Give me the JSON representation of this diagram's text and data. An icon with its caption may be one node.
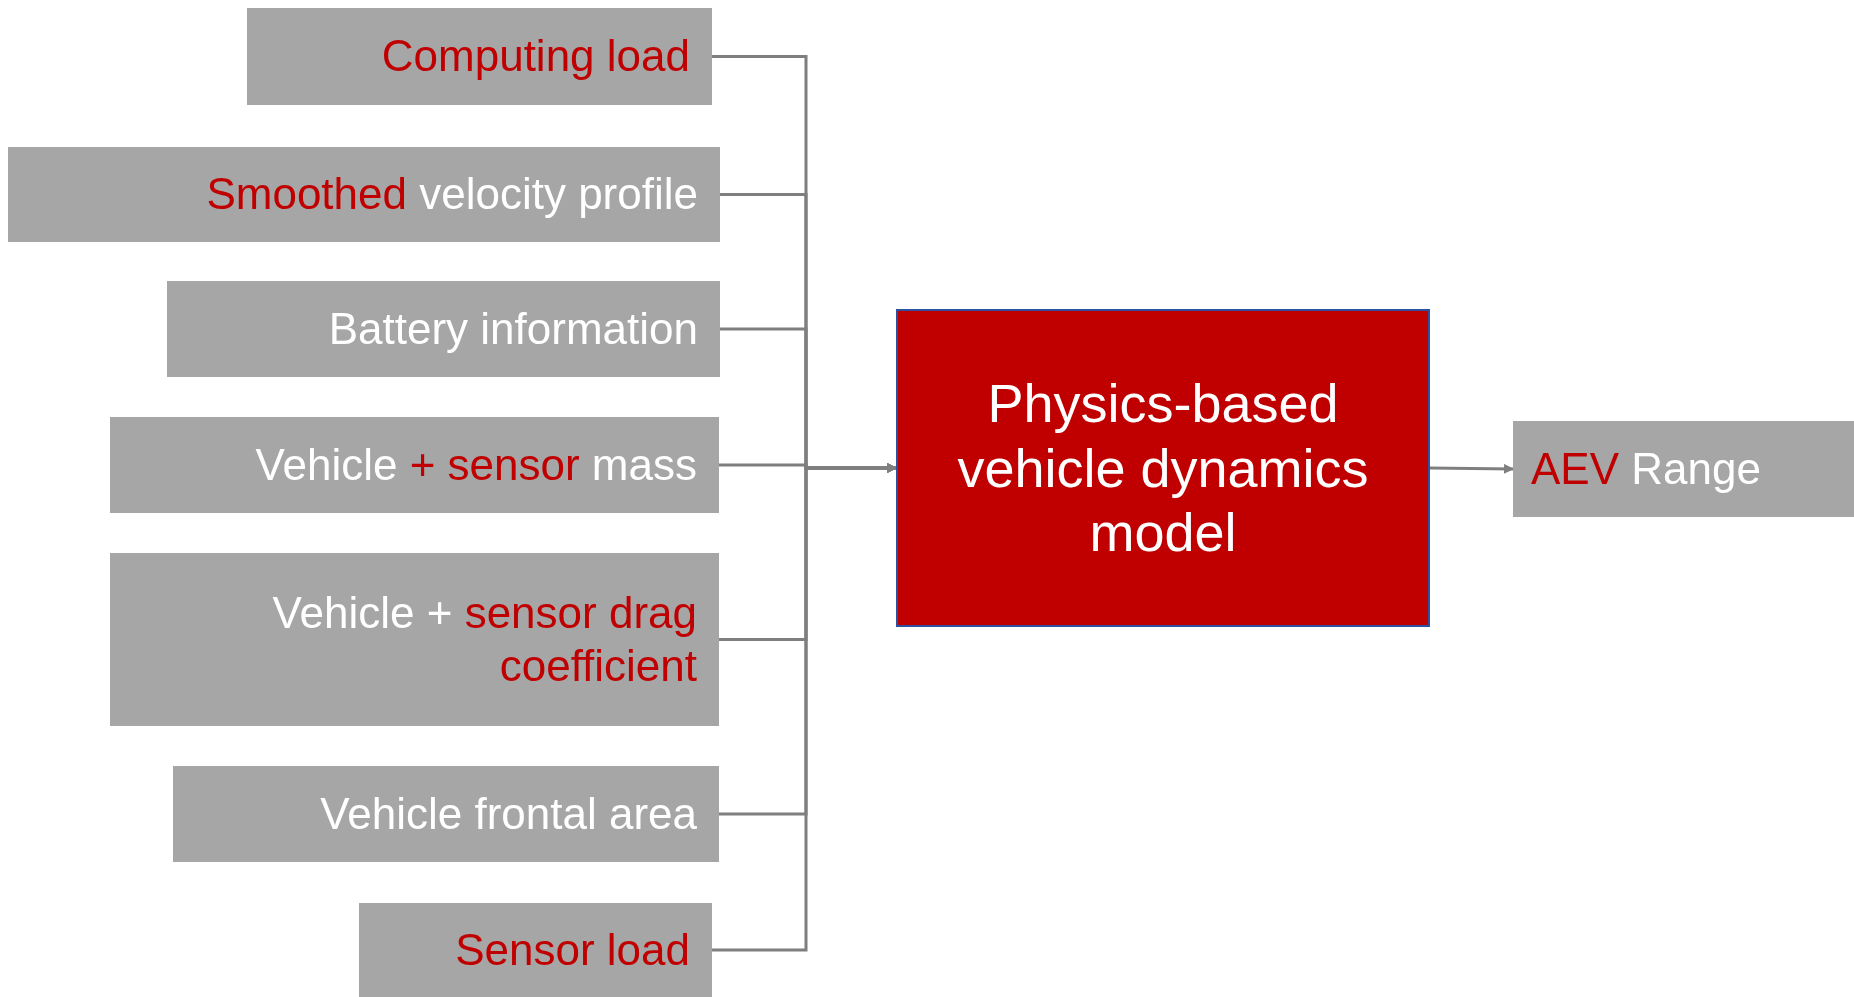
{
  "diagram": {
    "nodes": [
      {
        "text": [
          "**Computing load**"
        ]
      },
      {
        "text": [
          "**Smoothed** velocity profile"
        ]
      },
      {
        "text": [
          "Battery information"
        ]
      },
      {
        "text": [
          "Vehicle **+ sensor** mass"
        ]
      },
      {
        "text": [
          "Vehicle + **sensor drag coefficient**"
        ]
      },
      {
        "text": [
          "Vehicle frontal area"
        ]
      },
      {
        "text": [
          "**Sensor load**"
        ]
      },
      {
        "text": [
          "Physics-based vehicle dynamics model"
        ]
      },
      {
        "text": [
          "**AEV** Range"
        ]
      }
    ],
    "edges": [
      {
        "from": 0,
        "to": 7,
        "arrow": "to"
      },
      {
        "from": 1,
        "to": 7,
        "arrow": "to"
      },
      {
        "from": 2,
        "to": 7,
        "arrow": "to"
      },
      {
        "from": 3,
        "to": 7,
        "arrow": "to"
      },
      {
        "from": 4,
        "to": 7,
        "arrow": "to"
      },
      {
        "from": 5,
        "to": 7,
        "arrow": "to"
      },
      {
        "from": 6,
        "to": 7,
        "arrow": "to"
      },
      {
        "from": 7,
        "to": 8,
        "arrow": "to"
      }
    ]
  }
}
